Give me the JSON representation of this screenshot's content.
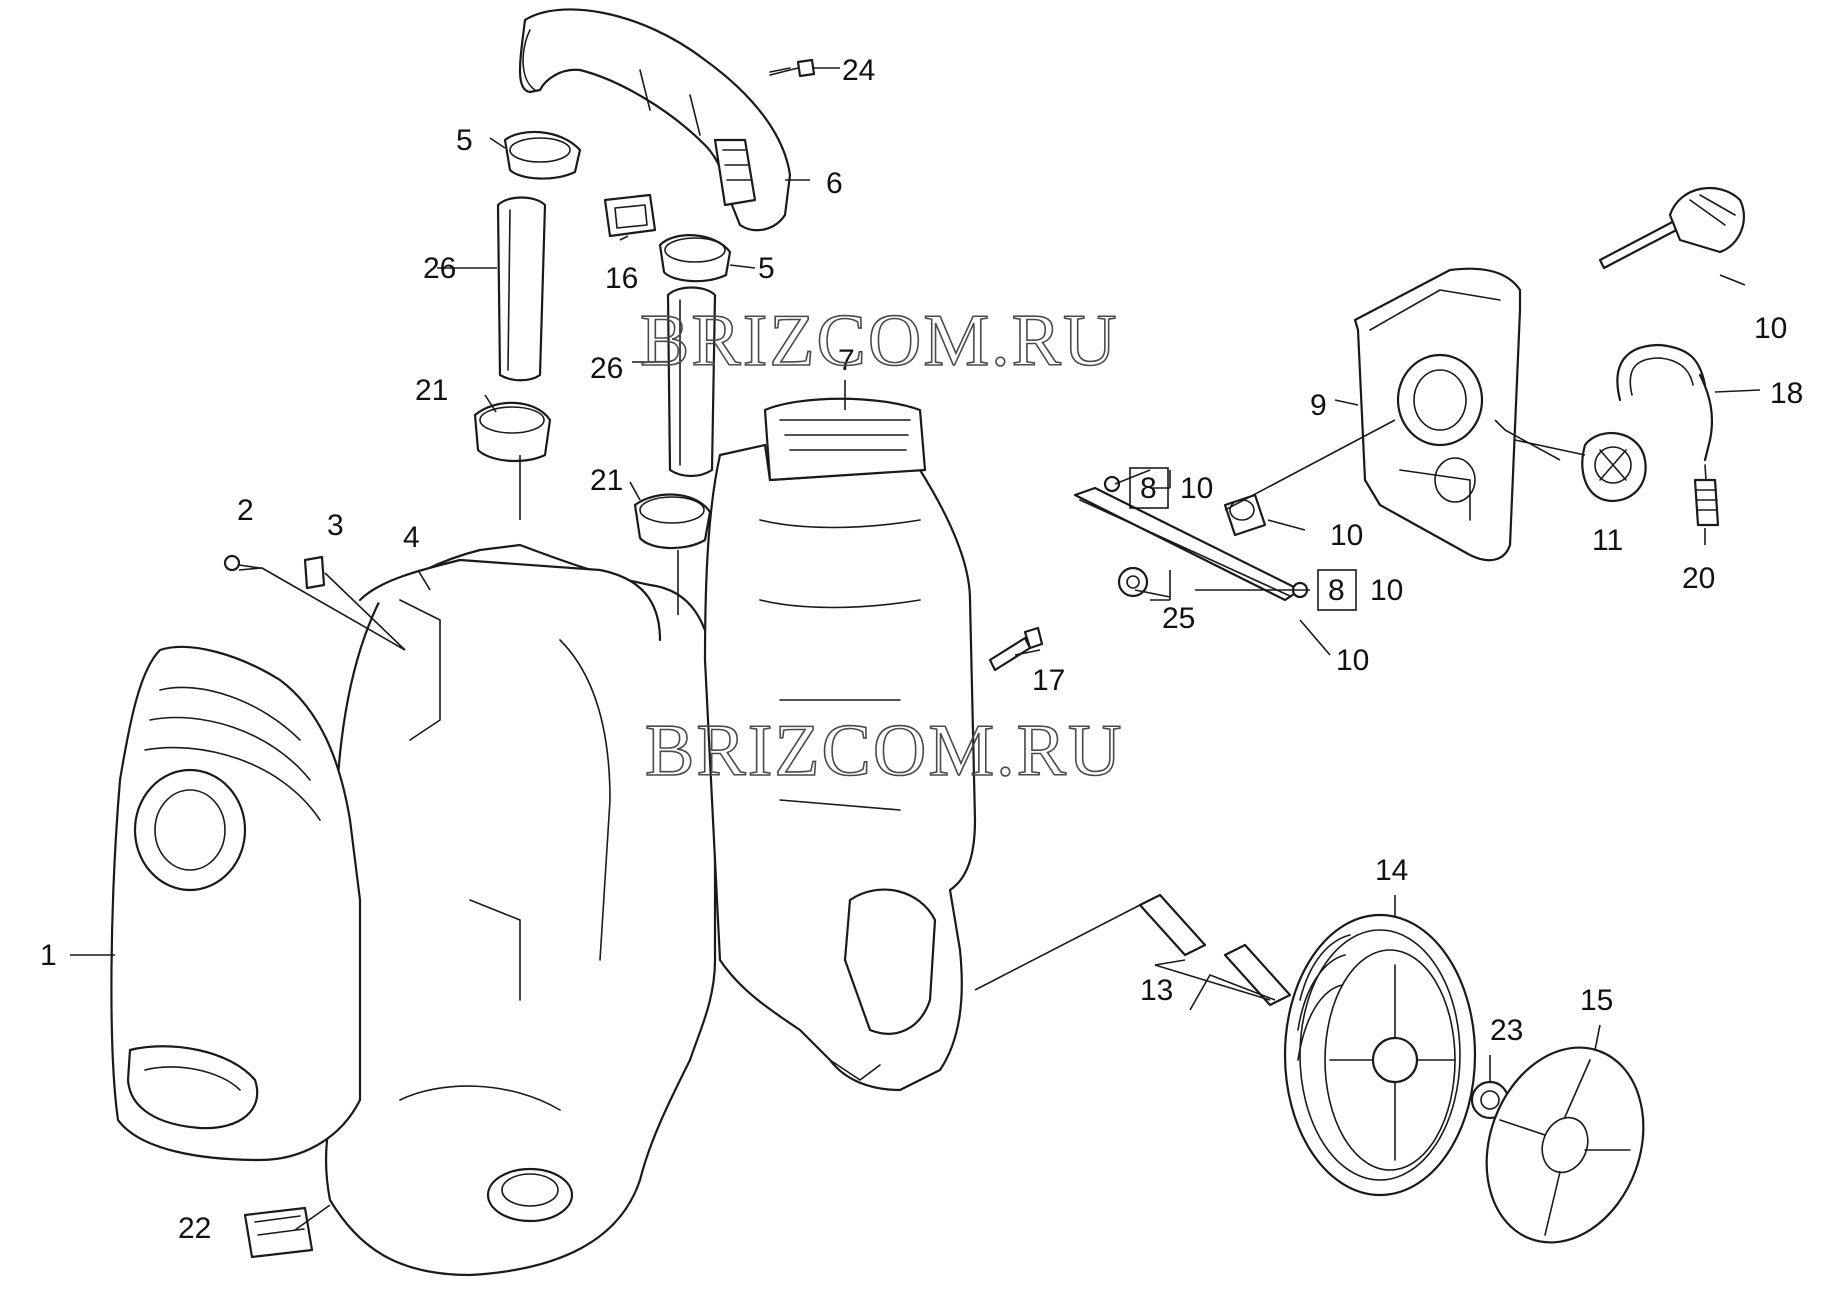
{
  "watermark": "BRIZCOM.RU",
  "callouts": {
    "c1": "1",
    "c2": "2",
    "c3": "3",
    "c4": "4",
    "c5a": "5",
    "c5b": "5",
    "c6": "6",
    "c7": "7",
    "c8a": "8",
    "c8b": "8",
    "c9": "9",
    "c10a": "10",
    "c10b": "10",
    "c10c": "10",
    "c10d": "10",
    "c10e": "10",
    "c11": "11",
    "c13": "13",
    "c14": "14",
    "c15": "15",
    "c16": "16",
    "c17": "17",
    "c18": "18",
    "c20": "20",
    "c21a": "21",
    "c21b": "21",
    "c22": "22",
    "c23": "23",
    "c24": "24",
    "c25": "25",
    "c26a": "26",
    "c26b": "26"
  }
}
